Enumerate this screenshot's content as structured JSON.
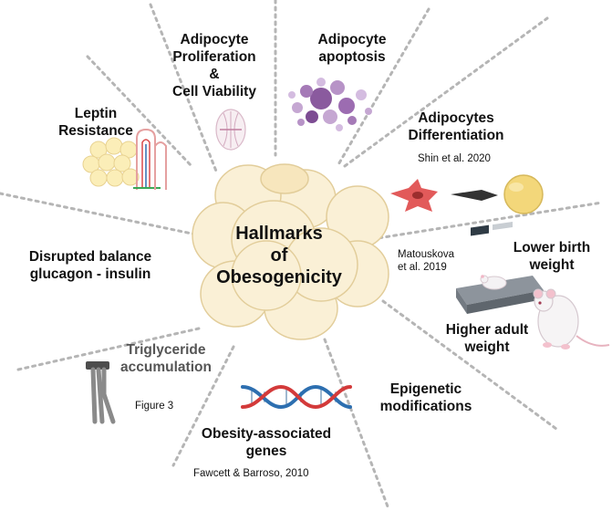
{
  "center": {
    "lines": [
      "Hallmarks",
      "of",
      "Obesogenicity"
    ]
  },
  "hallmarks": {
    "proliferation": {
      "lines": [
        "Adipocyte",
        "Proliferation",
        "&",
        "Cell Viability"
      ]
    },
    "apoptosis": {
      "lines": [
        "Adipocyte",
        "apoptosis"
      ]
    },
    "leptin": {
      "lines": [
        "Leptin",
        "Resistance"
      ]
    },
    "differentiation": {
      "lines": [
        "Adipocytes",
        "Differentiation"
      ],
      "reference": "Shin et al. 2020"
    },
    "balance": {
      "lines": [
        "Disrupted balance",
        "glucagon - insulin"
      ]
    },
    "birth_weight": {
      "lines": [
        "Lower birth",
        "weight"
      ],
      "reference_lines": [
        "Matouskova",
        "et al. 2019"
      ]
    },
    "adult_weight": {
      "lines": [
        "Higher adult",
        "weight"
      ]
    },
    "triglyceride": {
      "lines": [
        "Triglyceride",
        "accumulation"
      ],
      "reference": "Figure 3"
    },
    "epigenetic": {
      "lines": [
        "Epigenetic",
        "modifications"
      ]
    },
    "genes": {
      "lines": [
        "Obesity-associated",
        "genes"
      ],
      "reference": "Fawcett & Barroso, 2010"
    }
  },
  "colors": {
    "divider": "#b5b5b5",
    "adipocyte_fill": "#faf0d6",
    "adipocyte_stroke": "#e2cd9a",
    "apoptosis_purple": "#8a5a9e",
    "cell_red": "#d94a4a",
    "yellow_cell": "#f3d77a",
    "dna_red": "#d33a3a",
    "dna_blue": "#2d6fb0"
  }
}
